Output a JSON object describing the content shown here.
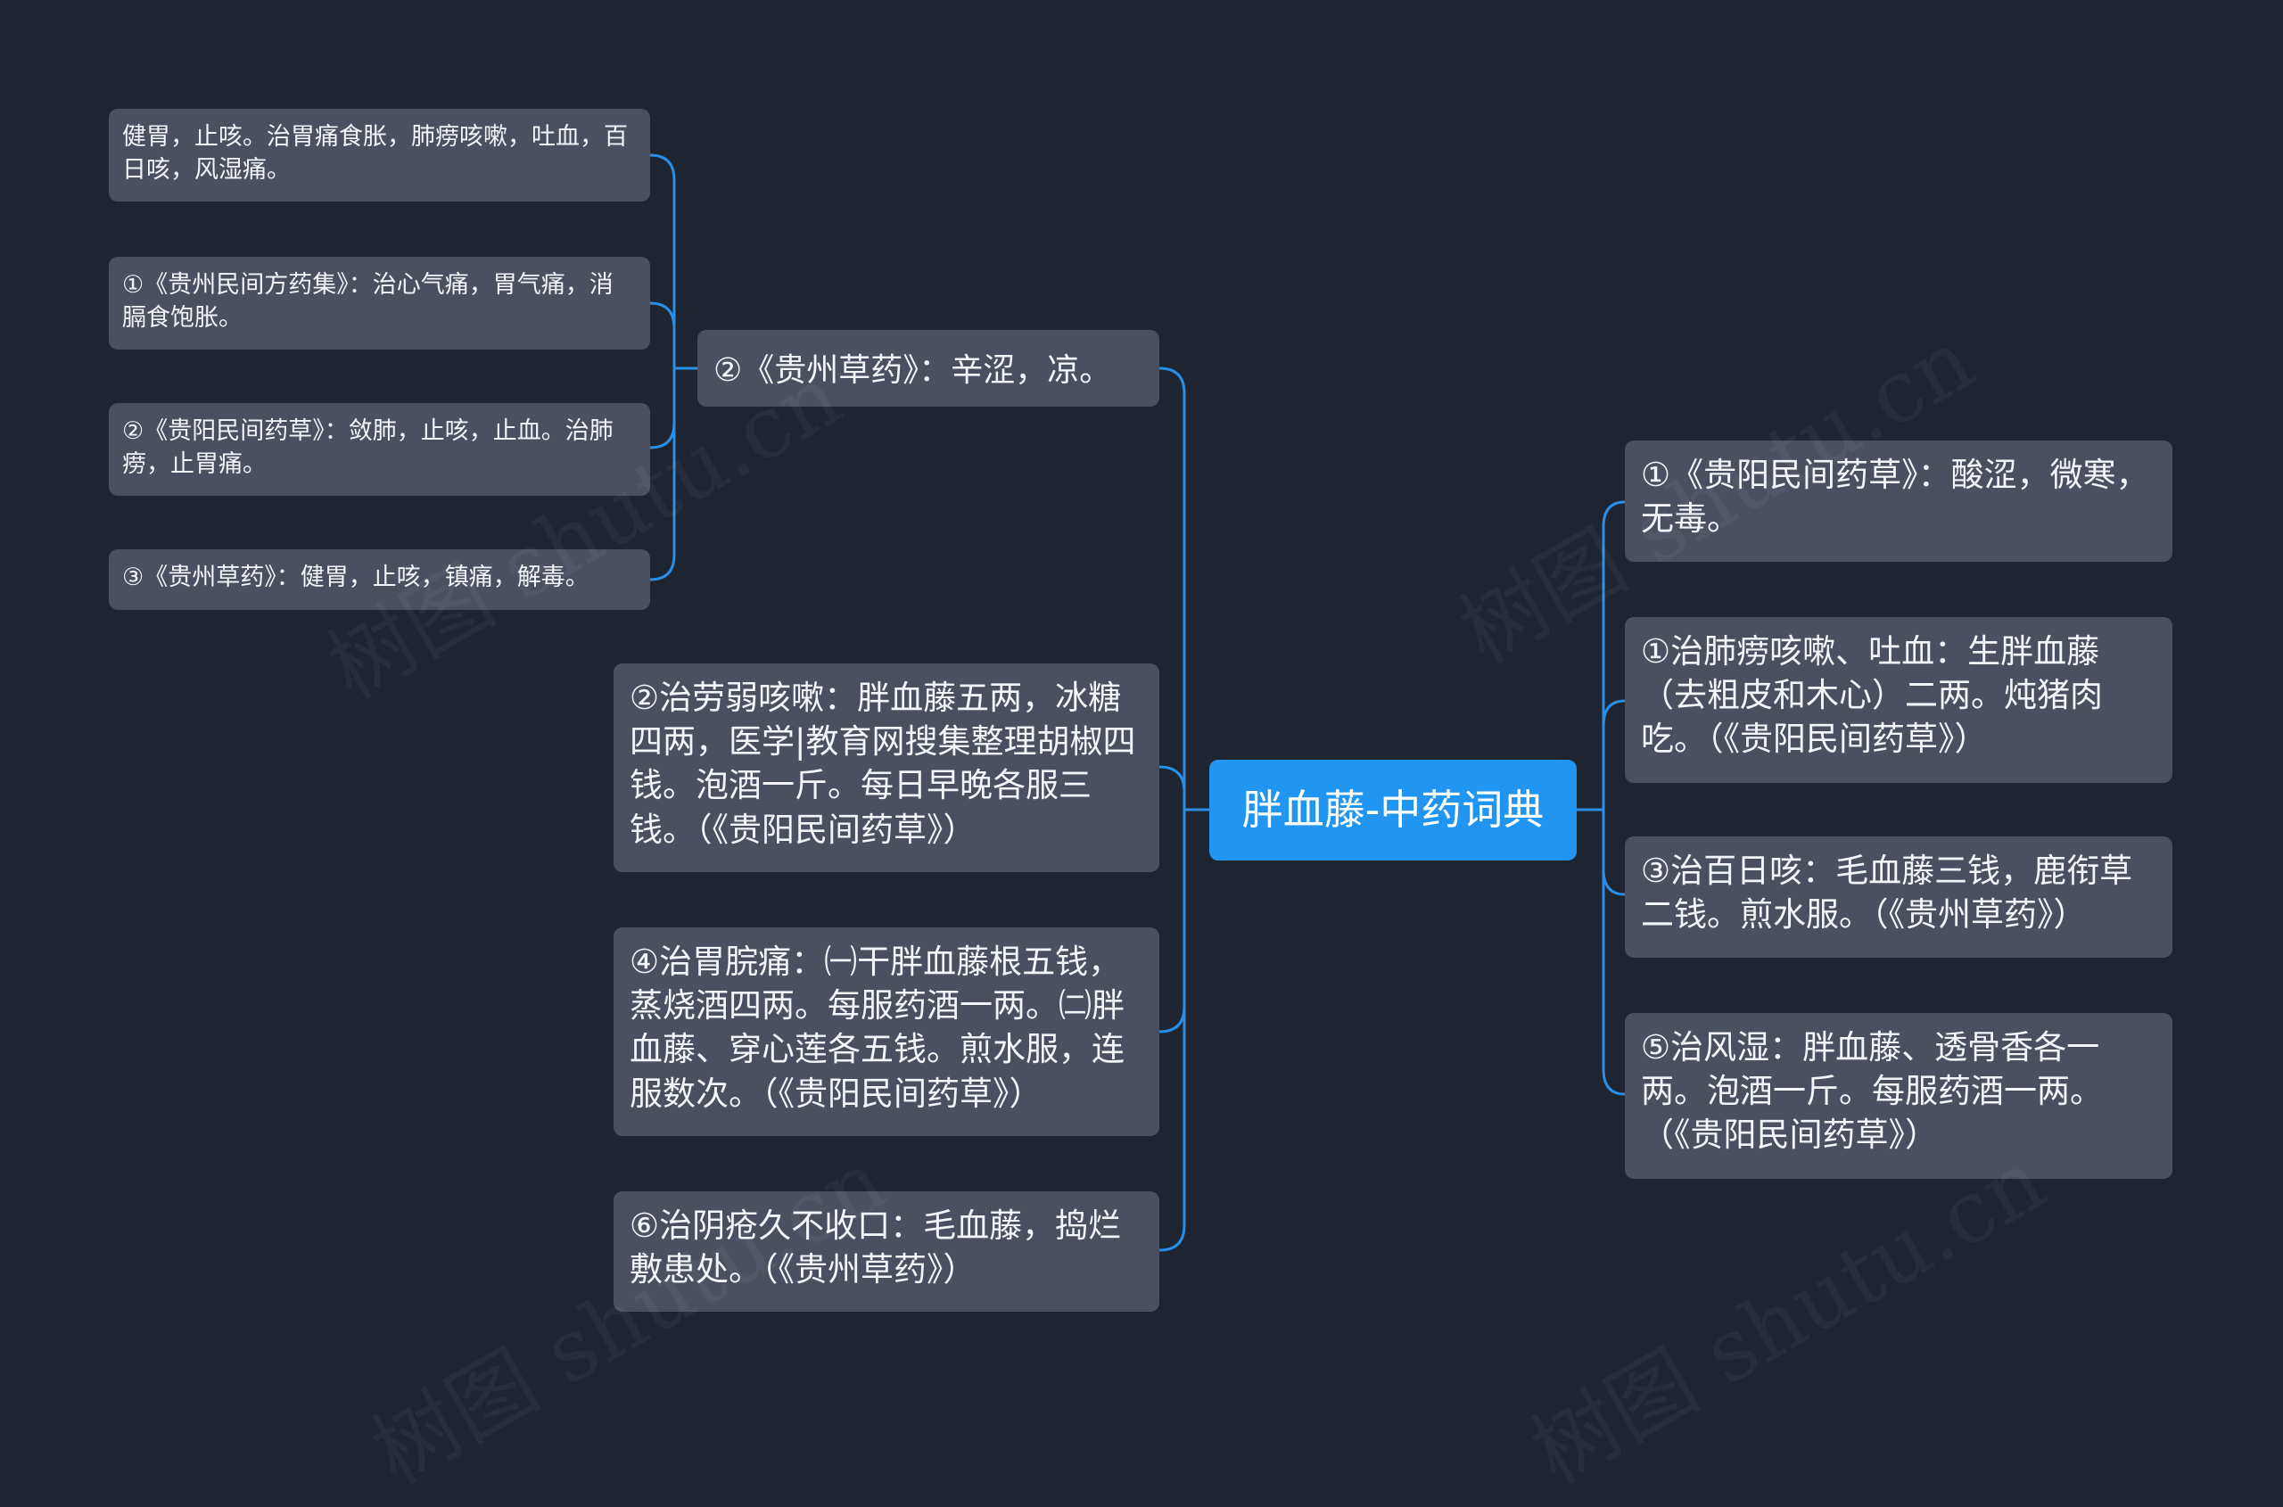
{
  "root": {
    "label": "胖血藤-中药词典"
  },
  "left_branches": [
    {
      "label": "②《贵州草药》：辛涩，凉。"
    },
    {
      "label": "②治劳弱咳嗽：胖血藤五两，冰糖四两，医学|教育网搜集整理胡椒四钱。泡酒一斤。每日早晚各服三钱。（《贵阳民间药草》）"
    },
    {
      "label": "④治胃脘痛：㈠干胖血藤根五钱，蒸烧酒四两。每服药酒一两。㈡胖血藤、穿心莲各五钱。煎水服，连服数次。（《贵阳民间药草》）"
    },
    {
      "label": "⑥治阴疮久不收口：毛血藤，捣烂敷患处。（《贵州草药》）"
    }
  ],
  "far_left": [
    {
      "label": "健胃，止咳。治胃痛食胀，肺痨咳嗽，吐血，百日咳，风湿痛。"
    },
    {
      "label": "①《贵州民间方药集》：治心气痛，胃气痛，消膈食饱胀。"
    },
    {
      "label": "②《贵阳民间药草》：敛肺，止咳，止血。治肺痨，止胃痛。"
    },
    {
      "label": "③《贵州草药》：健胃，止咳，镇痛，解毒。"
    }
  ],
  "right_branches": [
    {
      "label": "①《贵阳民间药草》：酸涩，微寒，无毒。"
    },
    {
      "label": "①治肺痨咳嗽、吐血：生胖血藤（去粗皮和木心）二两。炖猪肉吃。（《贵阳民间药草》）"
    },
    {
      "label": "③治百日咳：毛血藤三钱，鹿衔草二钱。煎水服。（《贵州草药》）"
    },
    {
      "label": "⑤治风湿：胖血藤、透骨香各一两。泡酒一斤。每服药酒一两。（《贵阳民间药草》）"
    }
  ],
  "watermark": {
    "text": "树图 shutu.cn"
  },
  "colors": {
    "background": "#1f2431",
    "node": "#4a5060",
    "root": "#2195f2",
    "connector": "#2a8ee6"
  }
}
